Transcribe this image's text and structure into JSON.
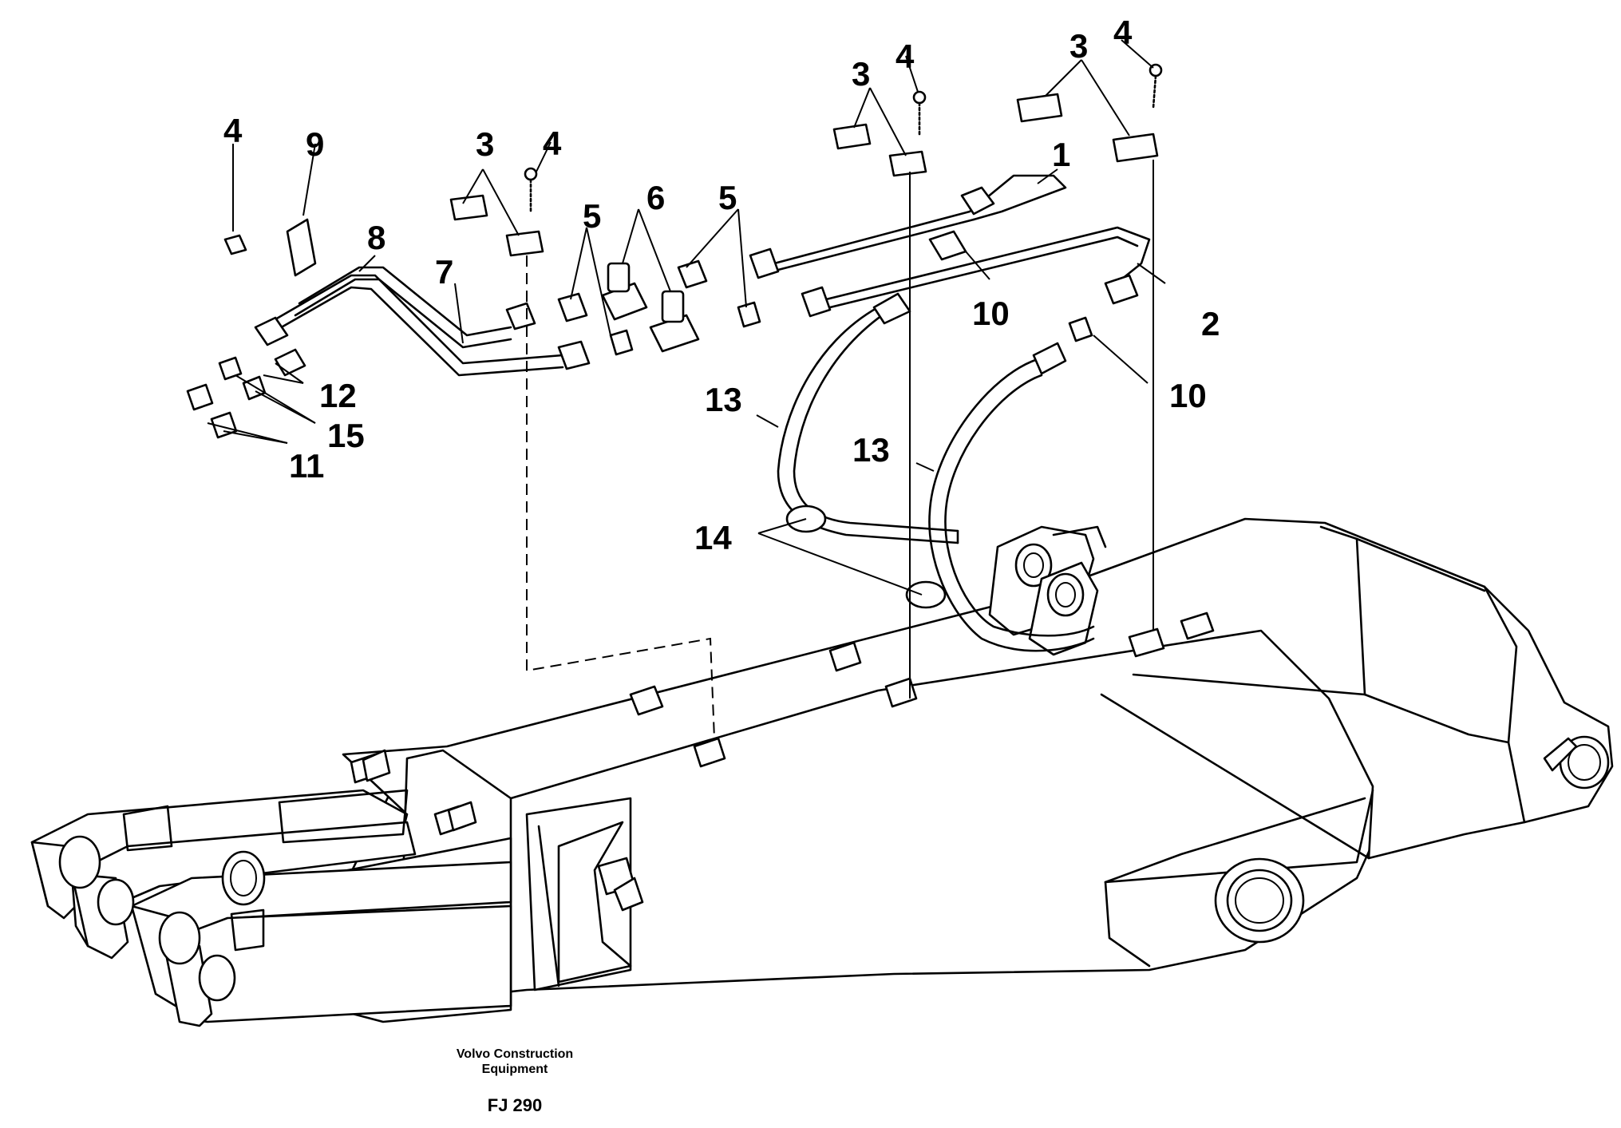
{
  "caption": {
    "maker_line1": "Volvo Construction",
    "maker_line2": "Equipment",
    "code": "FJ 290"
  },
  "callouts": [
    {
      "id": "c4a",
      "text": "4"
    },
    {
      "id": "c9",
      "text": "9"
    },
    {
      "id": "c8",
      "text": "8"
    },
    {
      "id": "c3a",
      "text": "3"
    },
    {
      "id": "c4b",
      "text": "4"
    },
    {
      "id": "c7",
      "text": "7"
    },
    {
      "id": "c5a",
      "text": "5"
    },
    {
      "id": "c6",
      "text": "6"
    },
    {
      "id": "c5b",
      "text": "5"
    },
    {
      "id": "c3b",
      "text": "3"
    },
    {
      "id": "c4c",
      "text": "4"
    },
    {
      "id": "c3c",
      "text": "3"
    },
    {
      "id": "c4d",
      "text": "4"
    },
    {
      "id": "c1",
      "text": "1"
    },
    {
      "id": "c10a",
      "text": "10"
    },
    {
      "id": "c2",
      "text": "2"
    },
    {
      "id": "c10b",
      "text": "10"
    },
    {
      "id": "c12",
      "text": "12"
    },
    {
      "id": "c15",
      "text": "15"
    },
    {
      "id": "c11",
      "text": "11"
    },
    {
      "id": "c13a",
      "text": "13"
    },
    {
      "id": "c13b",
      "text": "13"
    },
    {
      "id": "c14",
      "text": "14"
    }
  ]
}
